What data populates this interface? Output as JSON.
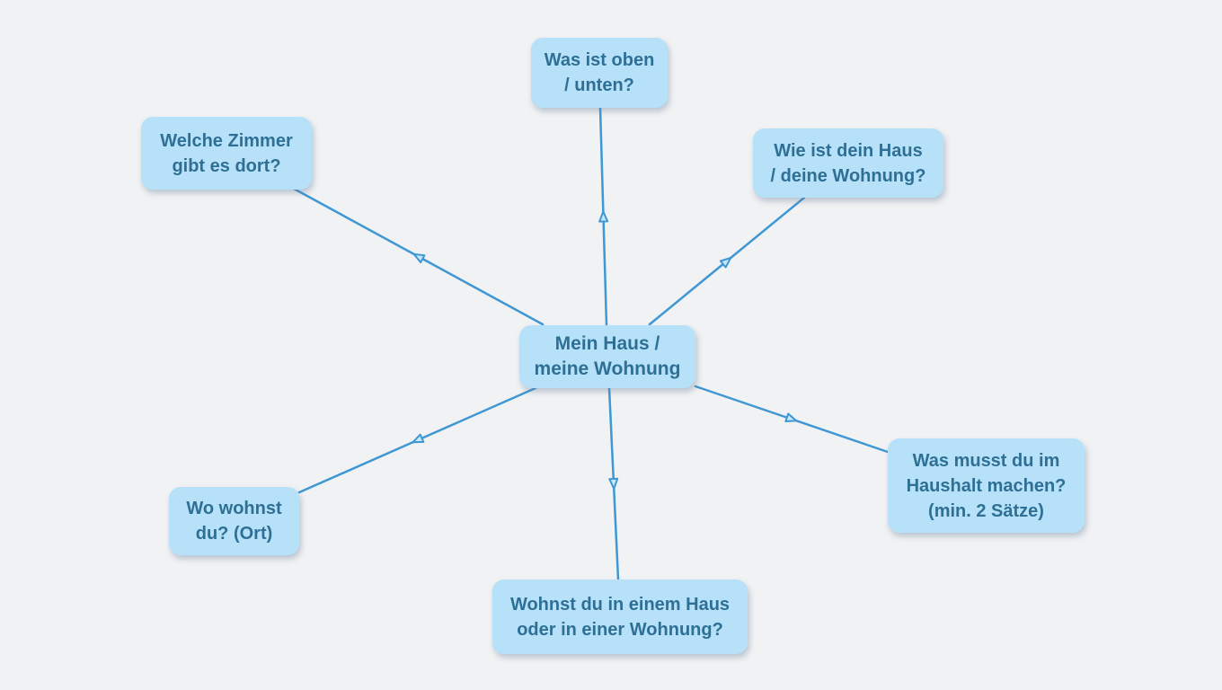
{
  "colors": {
    "background": "#f1f2f4",
    "node_fill": "#b7e1f8",
    "node_text": "#2e7095",
    "edge_stroke": "#3f97d3",
    "arrowhead_fill": "#c6e8fb"
  },
  "mindmap": {
    "root": {
      "label": "Mein Haus /\nmeine Wohnung"
    },
    "branches": [
      {
        "id": "top",
        "label": "Was ist oben\n/ unten?"
      },
      {
        "id": "top-left",
        "label": "Welche Zimmer\ngibt es dort?"
      },
      {
        "id": "top-right",
        "label": "Wie ist dein Haus\n/ deine Wohnung?"
      },
      {
        "id": "right",
        "label": "Was musst du im\nHaushalt machen?\n(min. 2 Sätze)"
      },
      {
        "id": "bottom-left",
        "label": "Wo wohnst\ndu? (Ort)"
      },
      {
        "id": "bottom",
        "label": "Wohnst du in einem Haus\noder in einer Wohnung?"
      }
    ]
  }
}
